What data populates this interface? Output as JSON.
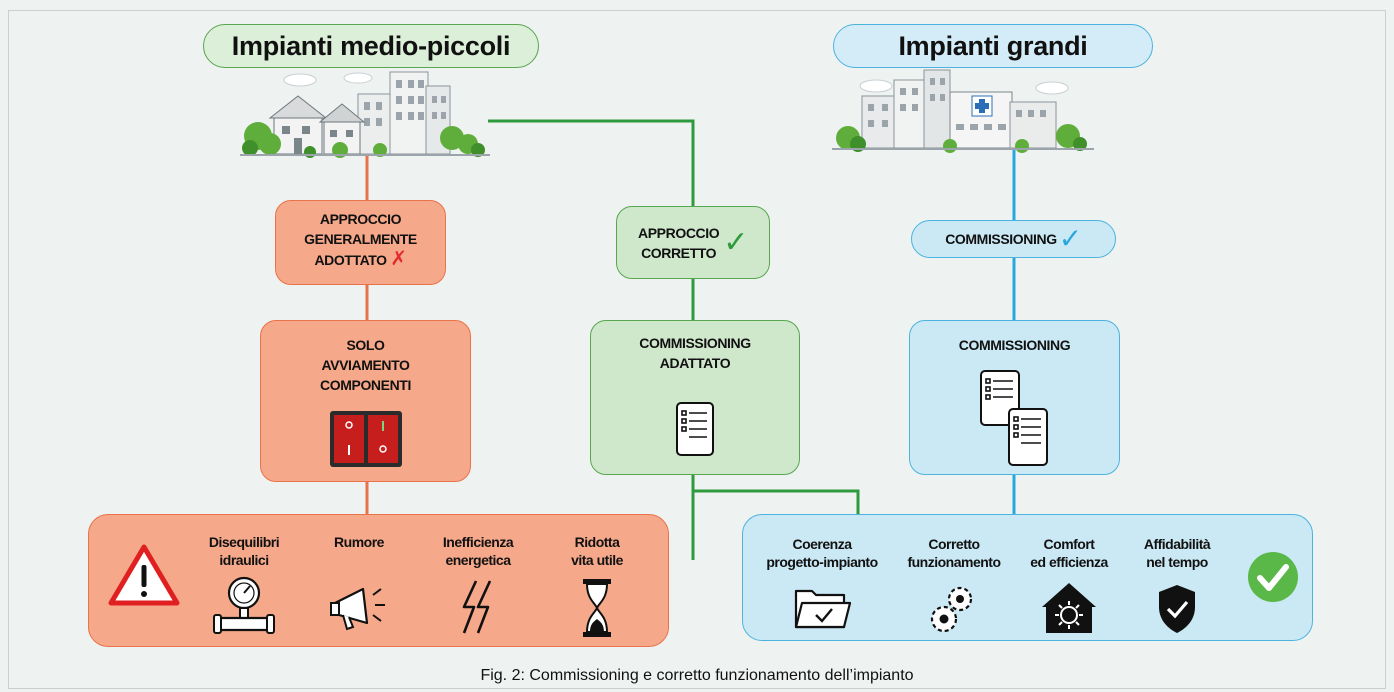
{
  "left_column": {
    "title": "Impianti medio-piccoli",
    "approach": {
      "line1": "APPROCCIO",
      "line2": "GENERALMENTE",
      "line3": "ADOTTATO",
      "mark": "✗"
    },
    "process": {
      "line1": "SOLO",
      "line2": "AVVIAMENTO",
      "line3": "COMPONENTI"
    },
    "outcomes": [
      {
        "line1": "Disequilibri",
        "line2": "idraulici",
        "icon": "pressure-gauge-icon"
      },
      {
        "line1": "Rumore",
        "line2": "",
        "icon": "megaphone-icon"
      },
      {
        "line1": "Inefficienza",
        "line2": "energetica",
        "icon": "lightning-icon"
      },
      {
        "line1": "Ridotta",
        "line2": "vita utile",
        "icon": "hourglass-icon"
      }
    ]
  },
  "middle_column": {
    "approach": {
      "line1": "APPROCCIO",
      "line2": "CORRETTO",
      "mark": "✓"
    },
    "process": {
      "line1": "COMMISSIONING",
      "line2": "ADATTATO"
    }
  },
  "right_column": {
    "title": "Impianti grandi",
    "approach": {
      "label": "COMMISSIONING",
      "mark": "✓"
    },
    "process": {
      "label": "COMMISSIONING"
    },
    "outcomes": [
      {
        "line1": "Coerenza",
        "line2": "progetto-impianto",
        "icon": "folder-check-icon"
      },
      {
        "line1": "Corretto",
        "line2": "funzionamento",
        "icon": "gears-icon"
      },
      {
        "line1": "Comfort",
        "line2": "ed efficienza",
        "icon": "house-climate-icon"
      },
      {
        "line1": "Affidabilità",
        "line2": "nel tempo",
        "icon": "shield-check-icon"
      }
    ]
  },
  "caption": "Fig. 2: Commissioning e corretto funzionamento dell’impianto",
  "colors": {
    "orange_fill": "#f6a98a",
    "orange_line": "#e8734a",
    "green_fill": "#cfe8cc",
    "green_line": "#2e9a3e",
    "blue_fill": "#cbe9f5",
    "blue_line": "#29a8e0",
    "check_green": "#2e9a3e",
    "check_blue": "#29a8e0",
    "cross_red": "#e32b2b"
  }
}
